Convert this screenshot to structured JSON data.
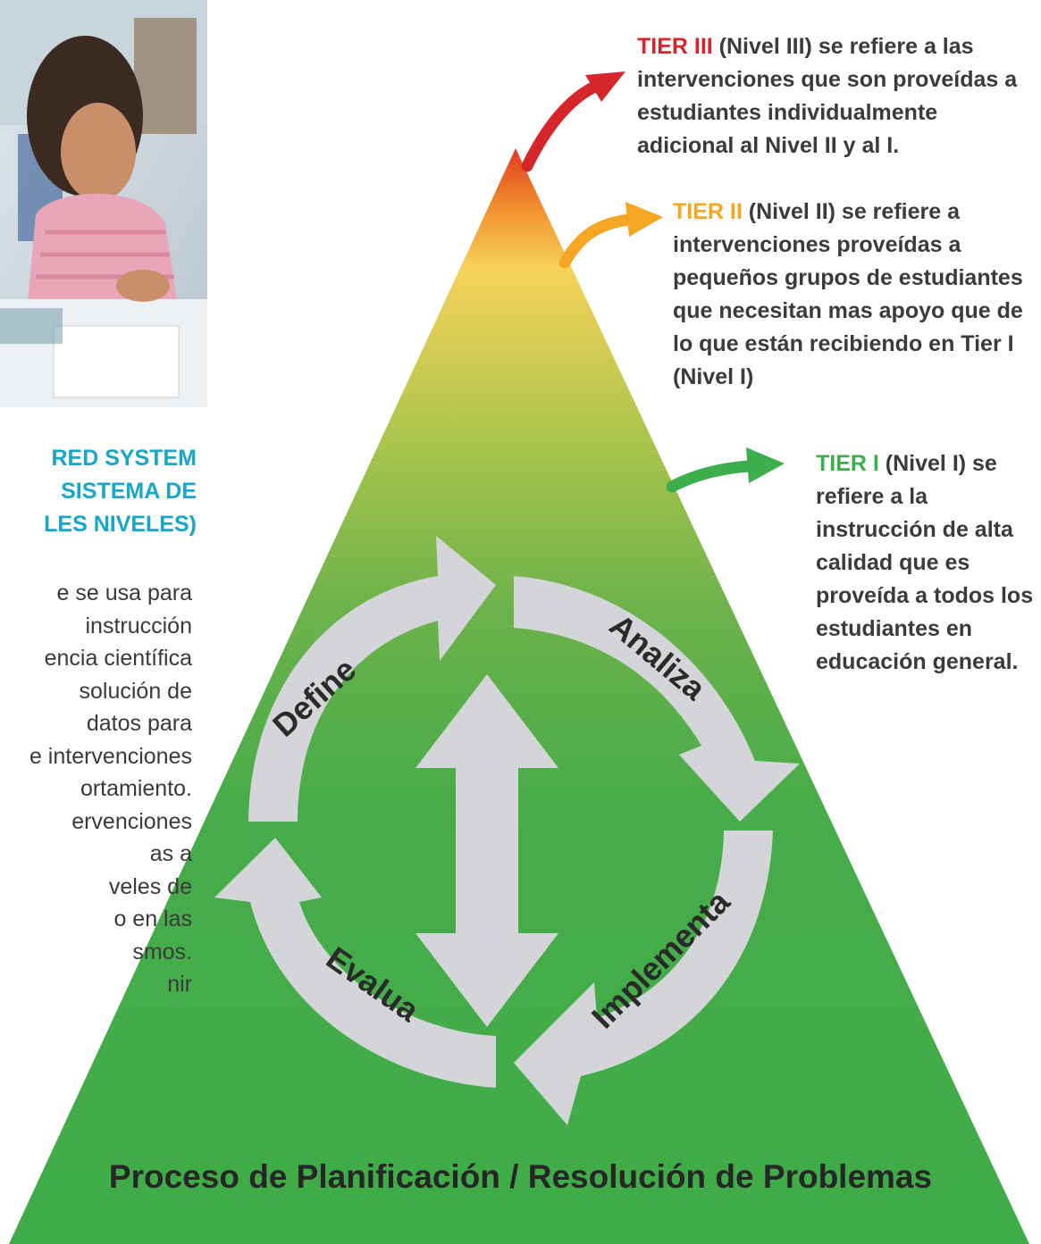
{
  "side": {
    "title_lines": [
      "RED SYSTEM",
      "SISTEMA DE",
      "LES NIVELES)"
    ],
    "body_lines": [
      "e se usa para",
      "instrucción",
      "encia científica",
      "solución de",
      "datos para",
      "e intervenciones",
      "ortamiento.",
      "ervenciones",
      "as a",
      "veles de",
      "o en las",
      "smos.",
      "nir"
    ]
  },
  "tiers": {
    "tier3": {
      "name": "TIER III",
      "color": "#d7262b",
      "text": " (Nivel III) se refiere a las intervenciones que son proveídas a estudiantes individualmente adicional al Nivel II y al I."
    },
    "tier2": {
      "name": "TIER II",
      "color": "#f5a623",
      "text": " (Nivel II) se refiere a intervenciones proveídas a pequeños grupos de estudiantes que necesitan mas apoyo que de lo que están recibiendo en Tier I (Nivel I)"
    },
    "tier1": {
      "name": "TIER I",
      "color": "#3cae4b",
      "text": " (Nivel I) se refiere a la instrucción de alta calidad que es proveída a todos los estudiantes en educación general."
    }
  },
  "cycle": {
    "define": "Define",
    "analiza": "Analiza",
    "implementa": "Implementa",
    "evalua": "Evalua"
  },
  "footer": "Proceso de Planificación / Resolución de Problemas",
  "colors": {
    "pyramid_top": "#e23a24",
    "pyramid_mid": "#f6d25a",
    "pyramid_bottom": "#41ad49",
    "cycle_arrows": "#d4d5d8",
    "side_title": "#18a7c9"
  }
}
